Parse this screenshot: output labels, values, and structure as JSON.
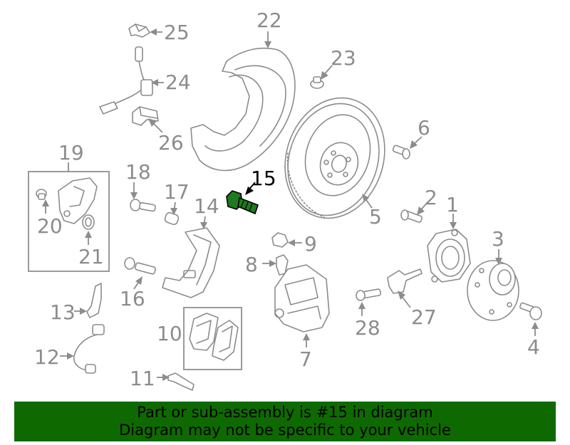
{
  "diagram": {
    "highlight_color": "#1f7a1f",
    "callouts": [
      {
        "id": "c1",
        "label": "1"
      },
      {
        "id": "c2",
        "label": "2"
      },
      {
        "id": "c3",
        "label": "3"
      },
      {
        "id": "c4",
        "label": "4"
      },
      {
        "id": "c5",
        "label": "5"
      },
      {
        "id": "c6",
        "label": "6"
      },
      {
        "id": "c7",
        "label": "7"
      },
      {
        "id": "c8",
        "label": "8"
      },
      {
        "id": "c9",
        "label": "9"
      },
      {
        "id": "c10",
        "label": "10"
      },
      {
        "id": "c11",
        "label": "11"
      },
      {
        "id": "c12",
        "label": "12"
      },
      {
        "id": "c13",
        "label": "13"
      },
      {
        "id": "c14",
        "label": "14"
      },
      {
        "id": "c15",
        "label": "15"
      },
      {
        "id": "c16",
        "label": "16"
      },
      {
        "id": "c17",
        "label": "17"
      },
      {
        "id": "c18",
        "label": "18"
      },
      {
        "id": "c19",
        "label": "19"
      },
      {
        "id": "c20",
        "label": "20"
      },
      {
        "id": "c21",
        "label": "21"
      },
      {
        "id": "c22",
        "label": "22"
      },
      {
        "id": "c23",
        "label": "23"
      },
      {
        "id": "c24",
        "label": "24"
      },
      {
        "id": "c25",
        "label": "25"
      },
      {
        "id": "c26",
        "label": "26"
      },
      {
        "id": "c27",
        "label": "27"
      },
      {
        "id": "c28",
        "label": "28"
      }
    ],
    "highlighted_part": "15"
  },
  "banner": {
    "line1": "Part or sub-assembly is #15 in diagram",
    "line2": "Diagram may not be specific to your vehicle",
    "background": "#0e6a00"
  }
}
